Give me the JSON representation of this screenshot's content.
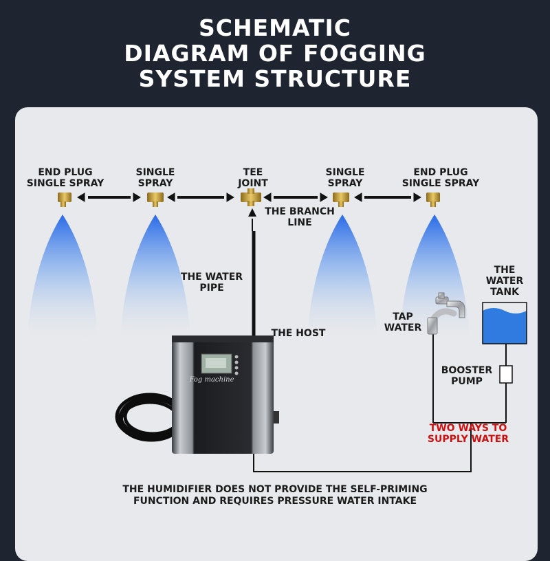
{
  "title": {
    "line1": "SCHEMATIC",
    "line2": "DIAGRAM OF FOGGING",
    "line3": "SYSTEM STRUCTURE"
  },
  "nozzles": [
    {
      "line1": "END PLUG",
      "line2": "SINGLE SPRAY"
    },
    {
      "line1": "SINGLE",
      "line2": "SPRAY"
    },
    {
      "line1": "TEE",
      "line2": "JOINT"
    },
    {
      "line1": "SINGLE",
      "line2": "SPRAY"
    },
    {
      "line1": "END PLUG",
      "line2": "SINGLE SPRAY"
    }
  ],
  "labels": {
    "branch_line_1": "THE BRANCH",
    "branch_line_2": "LINE",
    "water_pipe_1": "THE WATER",
    "water_pipe_2": "PIPE",
    "host": "THE HOST",
    "tap_1": "TAP",
    "tap_2": "WATER",
    "tank_1": "THE",
    "tank_2": "WATER",
    "tank_3": "TANK",
    "booster_1": "BOOSTER",
    "booster_2": "PUMP",
    "two_ways_1": "TWO WAYS TO",
    "two_ways_2": "SUPPLY WATER",
    "machine_brand": "Fog machine"
  },
  "footer": {
    "line1": "THE HUMIDIFIER DOES NOT PROVIDE THE SELF-PRIMING",
    "line2": "FUNCTION AND REQUIRES PRESSURE WATER INTAKE"
  },
  "colors": {
    "background": "#1f2431",
    "panel": "#e8e9ec",
    "mist": "#3f86ea",
    "warning": "#d20f0f",
    "tank_water": "#2f7be0"
  }
}
